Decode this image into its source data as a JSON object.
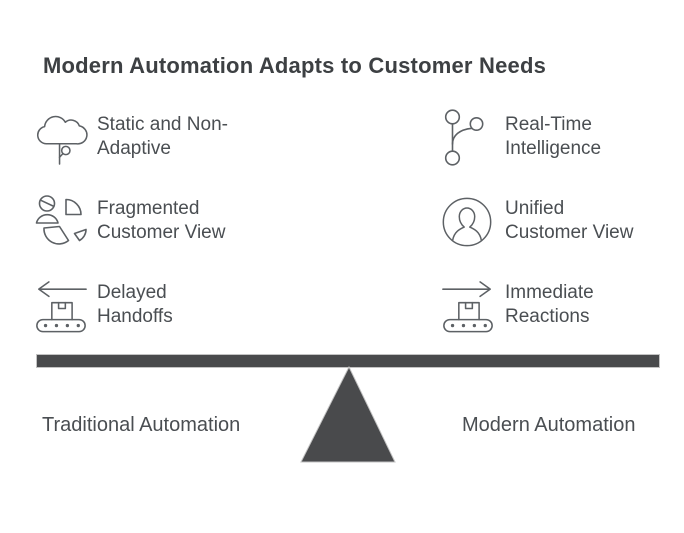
{
  "title": "Modern Automation Adapts to Customer Needs",
  "colors": {
    "beam_and_fulcrum": "#494a4c",
    "icon_stroke": "#5d6165",
    "body_text": "#4a4e52",
    "title_text": "#3d4043",
    "background": "#ffffff"
  },
  "columns": {
    "left": {
      "footer_label": "Traditional Automation",
      "items": [
        {
          "icon": "static-cloud-icon",
          "lines": [
            "Static and Non-",
            "Adaptive"
          ]
        },
        {
          "icon": "fragmented-customer-icon",
          "lines": [
            "Fragmented",
            "Customer View"
          ]
        },
        {
          "icon": "conveyor-arrow-left-icon",
          "lines": [
            "Delayed",
            "Handoffs"
          ]
        }
      ]
    },
    "right": {
      "footer_label": "Modern Automation",
      "items": [
        {
          "icon": "realtime-branch-icon",
          "lines": [
            "Real-Time",
            "Intelligence"
          ]
        },
        {
          "icon": "unified-user-circle-icon",
          "lines": [
            "Unified",
            "Customer View"
          ]
        },
        {
          "icon": "conveyor-arrow-right-icon",
          "lines": [
            "Immediate",
            "Reactions"
          ]
        }
      ]
    }
  }
}
